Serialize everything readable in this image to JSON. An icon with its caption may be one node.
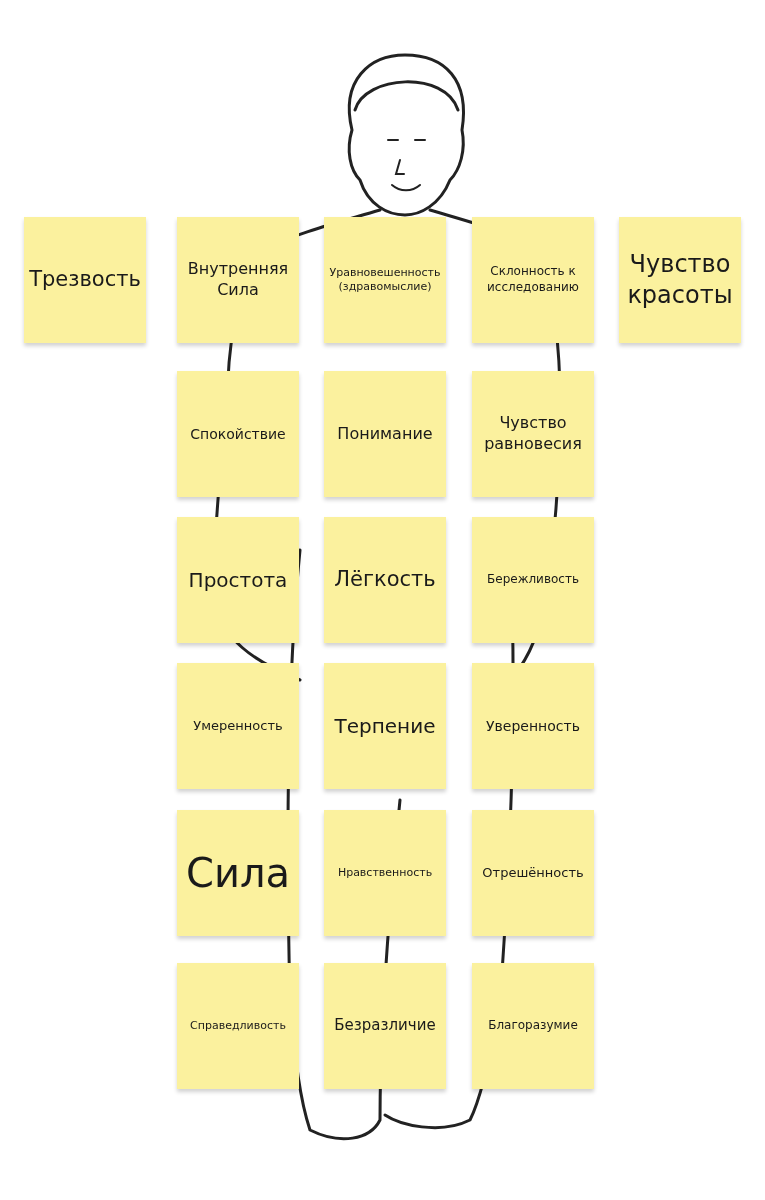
{
  "diagram": {
    "nodes": [
      {
        "text": [
          "Трезвость"
        ]
      },
      {
        "text": [
          "Внутренняя Сила"
        ]
      },
      {
        "text": [
          "Уравновешенность (здравомыслие)"
        ]
      },
      {
        "text": [
          "Склонность к исследованию"
        ]
      },
      {
        "text": [
          "Чувство красоты"
        ]
      },
      {
        "text": [
          "Спокойствие"
        ]
      },
      {
        "text": [
          "Понимание"
        ]
      },
      {
        "text": [
          "Чувство равновесия"
        ]
      },
      {
        "text": [
          "Простота"
        ]
      },
      {
        "text": [
          "Лёгкость"
        ]
      },
      {
        "text": [
          "Бережливость"
        ]
      },
      {
        "text": [
          "Умеренность"
        ]
      },
      {
        "text": [
          "Терпение"
        ]
      },
      {
        "text": [
          "Уверенность"
        ]
      },
      {
        "text": [
          "Сила"
        ]
      },
      {
        "text": [
          "Нравственность"
        ]
      },
      {
        "text": [
          "Отрешённость"
        ]
      },
      {
        "text": [
          "Справедливость"
        ]
      },
      {
        "text": [
          "Безразличие"
        ]
      },
      {
        "text": [
          "Благоразумие"
        ]
      }
    ]
  }
}
